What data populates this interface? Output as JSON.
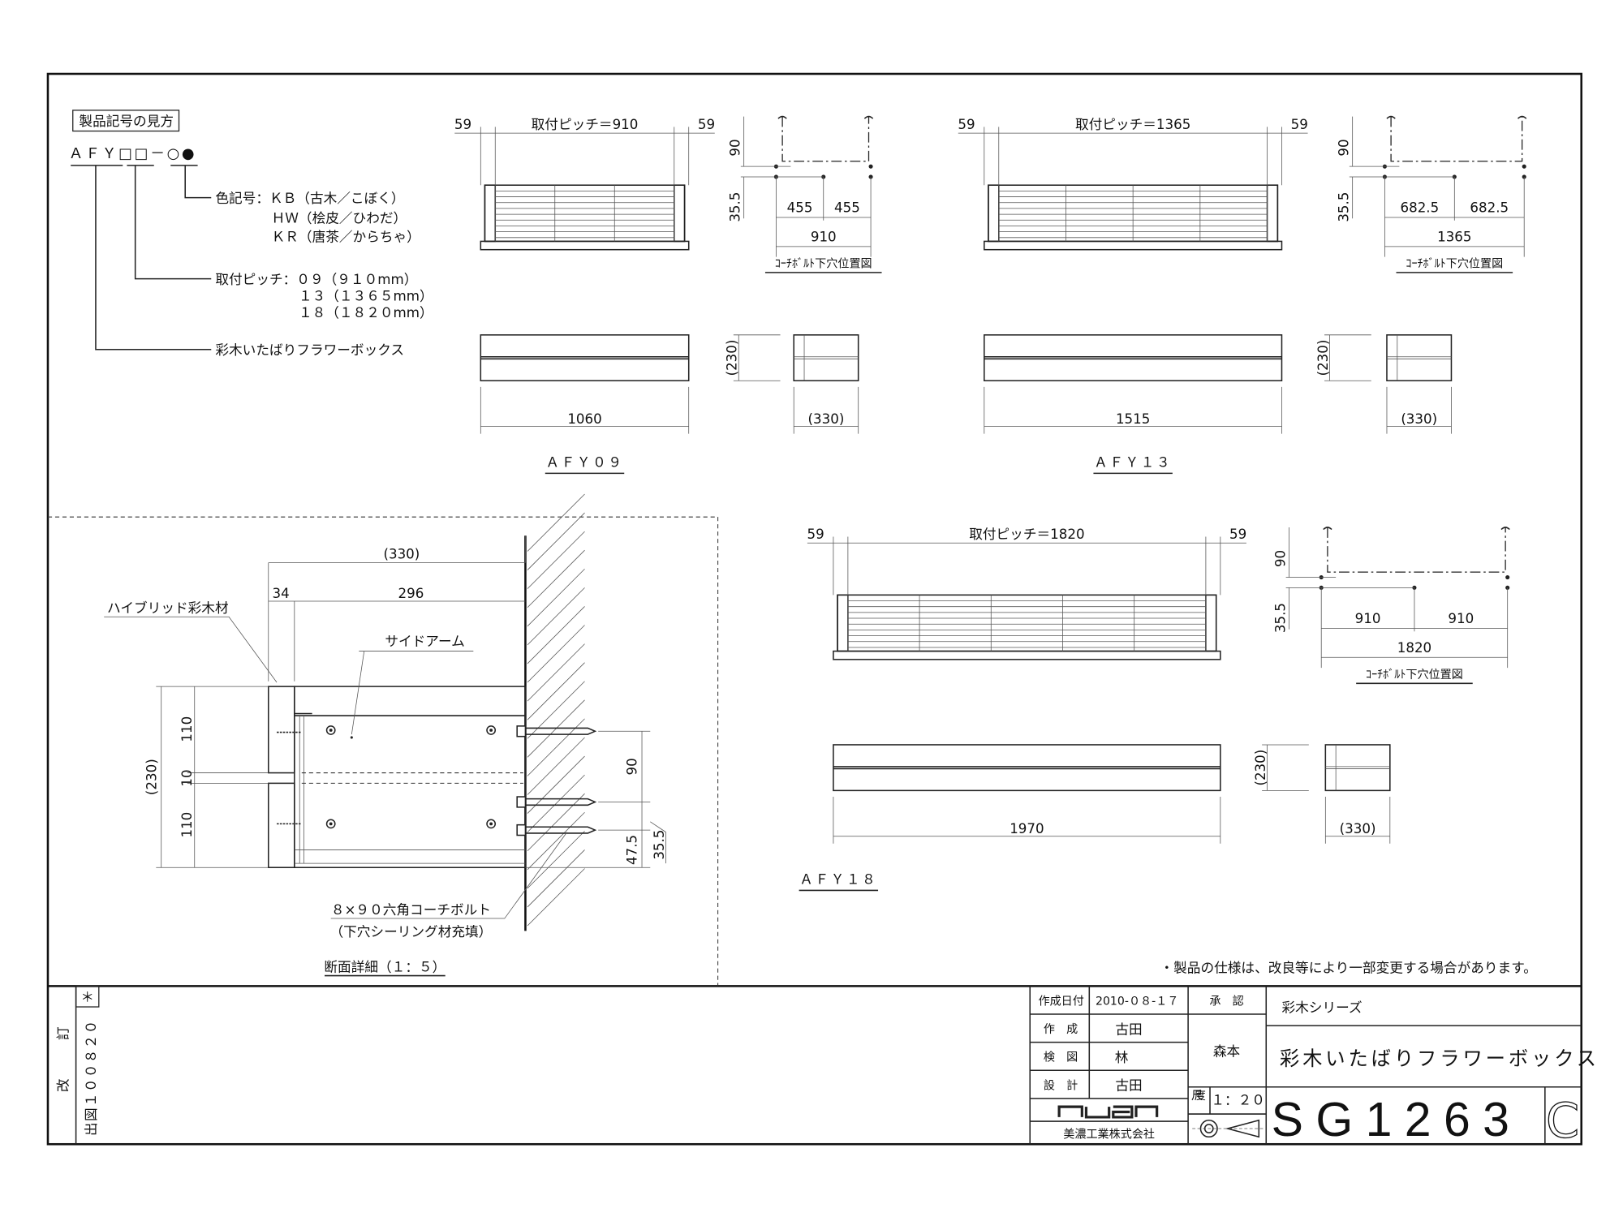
{
  "legend": {
    "title": "製品記号の見方",
    "code": "ＡＦＹ□□－○●",
    "color_label": "色記号：ＫＢ（古木／こぼく）",
    "color_hw": "ＨＷ（桧皮／ひわだ）",
    "color_kr": "ＫＲ（唐茶／からちゃ）",
    "pitch_label": "取付ピッチ：０９（９１０mm）",
    "pitch_13": "１３（１３６５mm）",
    "pitch_18": "１８（１８２０mm）",
    "product_name": "彩木いたばりフラワーボックス"
  },
  "products": [
    {
      "model": "ＡＦＹ０９",
      "pitch_label": "取付ピッチ＝910",
      "margin": "59",
      "bolt_v1": "90",
      "bolt_v2": "35.5",
      "bolt_half": [
        "455",
        "455"
      ],
      "bolt_total": "910",
      "bolt_caption": "ｺｰﾁﾎﾞﾙﾄ下穴位置図",
      "length": "1060",
      "height": "(230)",
      "depth": "(330)"
    },
    {
      "model": "ＡＦＹ１３",
      "pitch_label": "取付ピッチ＝1365",
      "margin": "59",
      "bolt_v1": "90",
      "bolt_v2": "35.5",
      "bolt_half": [
        "682.5",
        "682.5"
      ],
      "bolt_total": "1365",
      "bolt_caption": "ｺｰﾁﾎﾞﾙﾄ下穴位置図",
      "length": "1515",
      "height": "(230)",
      "depth": "(330)"
    },
    {
      "model": "ＡＦＹ１８",
      "pitch_label": "取付ピッチ＝1820",
      "margin": "59",
      "bolt_v1": "90",
      "bolt_v2": "35.5",
      "bolt_half": [
        "910",
        "910"
      ],
      "bolt_total": "1820",
      "bolt_caption": "ｺｰﾁﾎﾞﾙﾄ下穴位置図",
      "length": "1970",
      "height": "(230)",
      "depth": "(330)"
    }
  ],
  "section": {
    "overall_depth": "(330)",
    "front_thickness": "34",
    "arm_depth": "296",
    "material_label": "ハイブリッド彩木材",
    "arm_label": "サイドアーム",
    "height": "(230)",
    "upper_panel": "110",
    "gap": "10",
    "lower_panel": "110",
    "bolt_spacing": "90",
    "bolt_bottom": "47.5",
    "bolt_offset": "35.5",
    "bolt_label": "８×９０六角コーチボルト",
    "bolt_note": "（下穴シーリング材充填）",
    "caption": "断面詳細（１：５）"
  },
  "note": "・製品の仕様は、改良等により一部変更する場合があります。",
  "revision": {
    "label_kai": "改",
    "label_tei": "訂",
    "mark": "＊",
    "entry": "出図１００８２０"
  },
  "title_block": {
    "date_label": "作成日付",
    "date_value": "2010-０８-１７",
    "approval_label": "承　認",
    "created_label": "作　成",
    "created_value": "古田",
    "checked_label": "検　図",
    "checked_value": "林",
    "designed_label": "設　計",
    "designed_value": "古田",
    "approver": "森本",
    "scale_label": "尺度",
    "scale_value": "１：２０",
    "series": "彩木シリーズ",
    "drawing_title": "彩木いたばりフラワーボックス",
    "drawing_number": "SG1263",
    "revision_letter": "C",
    "logo_text": "nuan",
    "company": "美濃工業株式会社"
  }
}
